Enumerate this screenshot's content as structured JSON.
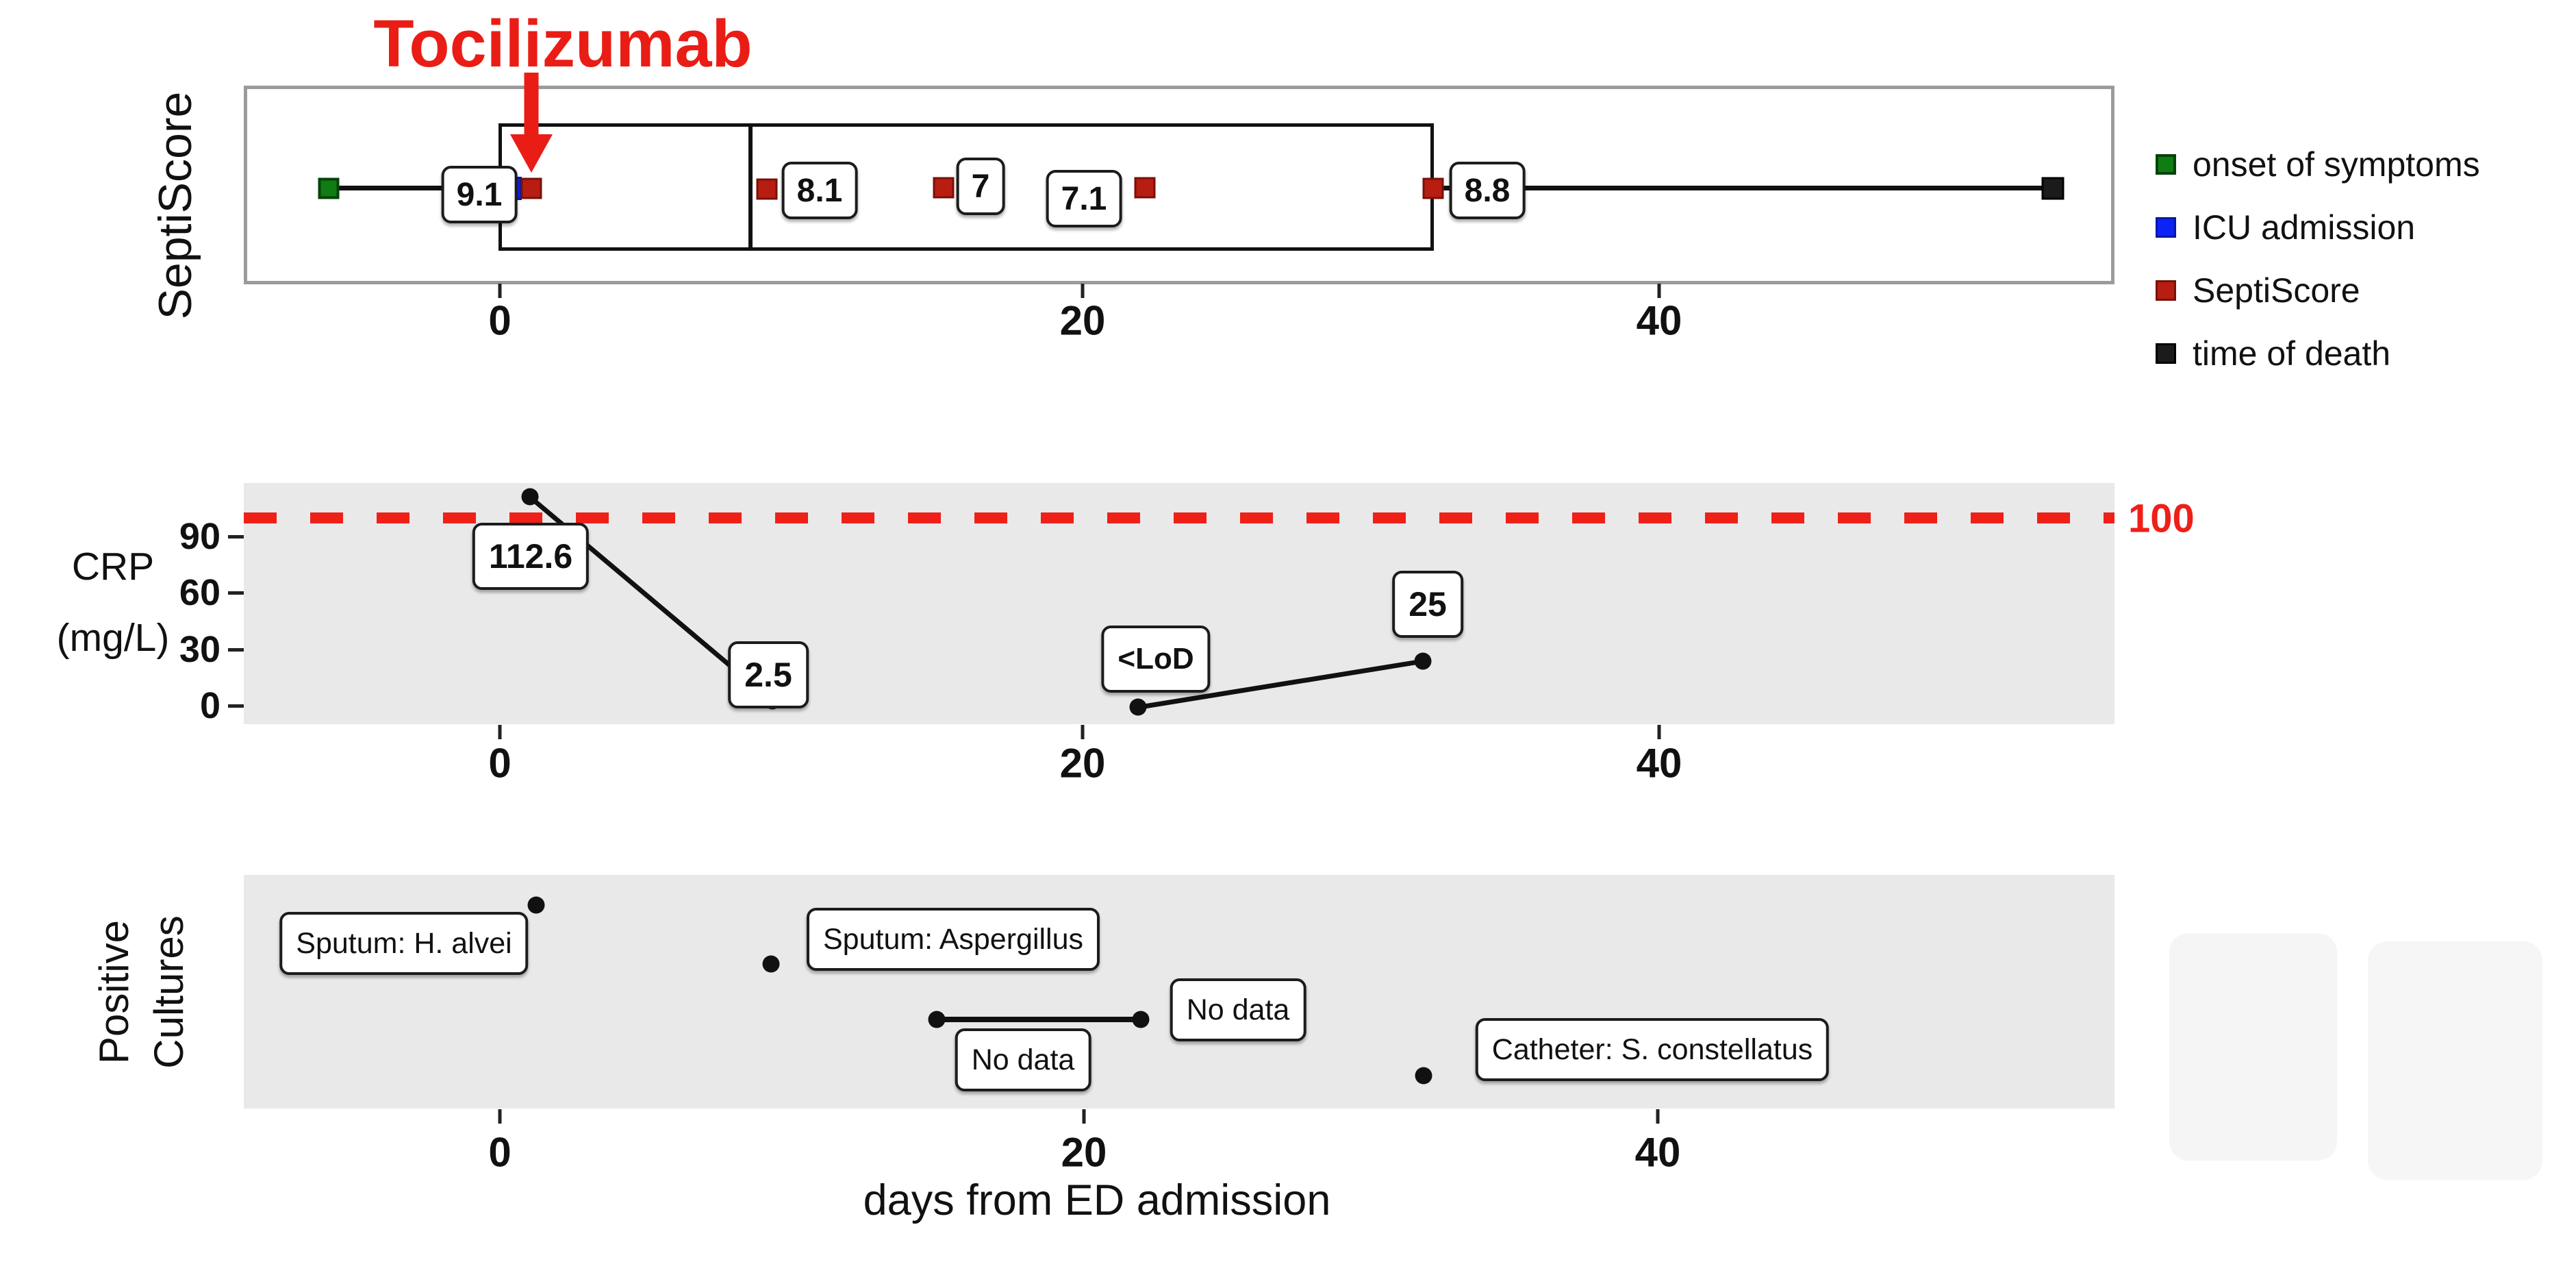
{
  "annotation": {
    "drug": "Tocilizumab",
    "color": "#e91d15",
    "points_to": "ICU admission / first SeptiScore marker at day 1"
  },
  "x_axis": {
    "label": "days from ED admission",
    "tick_labels": [
      "0",
      "20",
      "40"
    ]
  },
  "legend": {
    "items": [
      {
        "label": "onset of symptoms",
        "color": "#0f7d12"
      },
      {
        "label": "ICU admission",
        "color": "#0b24f5"
      },
      {
        "label": "SeptiScore",
        "color": "#b81d12"
      },
      {
        "label": "time of death",
        "color": "#1b1b1b"
      }
    ]
  },
  "panel_labels": {
    "septiscore": "SeptiScore",
    "crp_line1": "CRP",
    "crp_line2": "(mg/L)",
    "cultures_line1": "Positive",
    "cultures_line2": "Cultures"
  },
  "crp_axis": {
    "tick_labels": [
      "90",
      "60",
      "30",
      "0"
    ]
  },
  "chart_data": [
    {
      "type": "timeline-box",
      "panel": "SeptiScore",
      "x_unit": "days from ED admission",
      "x_ticks": [
        0,
        20,
        40
      ],
      "events": {
        "onset_of_symptoms_day": -6,
        "icu_admission_day": 0,
        "tocilizumab_day": 1,
        "time_of_death_day": 53
      },
      "box": {
        "left_day": 0,
        "divider_day": 9,
        "right_day": 32,
        "whisker_left_day": -6,
        "whisker_right_day": 53
      },
      "septiscore_points": [
        {
          "day": 1,
          "value": "9.1"
        },
        {
          "day": 9,
          "value": "8.1"
        },
        {
          "day": 15,
          "value": "7"
        },
        {
          "day": 22,
          "value": "7.1"
        },
        {
          "day": 32,
          "value": "8.8"
        }
      ]
    },
    {
      "type": "line",
      "panel": "CRP (mg/L)",
      "ylim": [
        0,
        120
      ],
      "yticks": [
        0,
        30,
        60,
        90
      ],
      "threshold": {
        "value": 100,
        "label": "100",
        "style": "dashed",
        "color": "#ee2018"
      },
      "points": [
        {
          "day": 1,
          "value": 112.6,
          "label": "112.6"
        },
        {
          "day": 9,
          "value": 2.5,
          "label": "2.5"
        },
        {
          "day": 22,
          "value": 0,
          "label": "<LoD"
        },
        {
          "day": 32,
          "value": 25,
          "label": "25"
        }
      ],
      "segments": [
        [
          0,
          1
        ],
        [
          2,
          3
        ]
      ],
      "grid": false,
      "background": "#e9e9e9"
    },
    {
      "type": "scatter",
      "panel": "Positive Cultures",
      "points": [
        {
          "day": 1,
          "label": "Sputum: H. alvei"
        },
        {
          "day": 9,
          "label": "Sputum: Aspergillus"
        },
        {
          "day": 15,
          "label": "No data"
        },
        {
          "day": 22,
          "label": "No data"
        },
        {
          "day": 32,
          "label": "Catheter: S. constellatus"
        }
      ],
      "segment_between_days": [
        15,
        22
      ],
      "background": "#e9e9e9"
    }
  ]
}
